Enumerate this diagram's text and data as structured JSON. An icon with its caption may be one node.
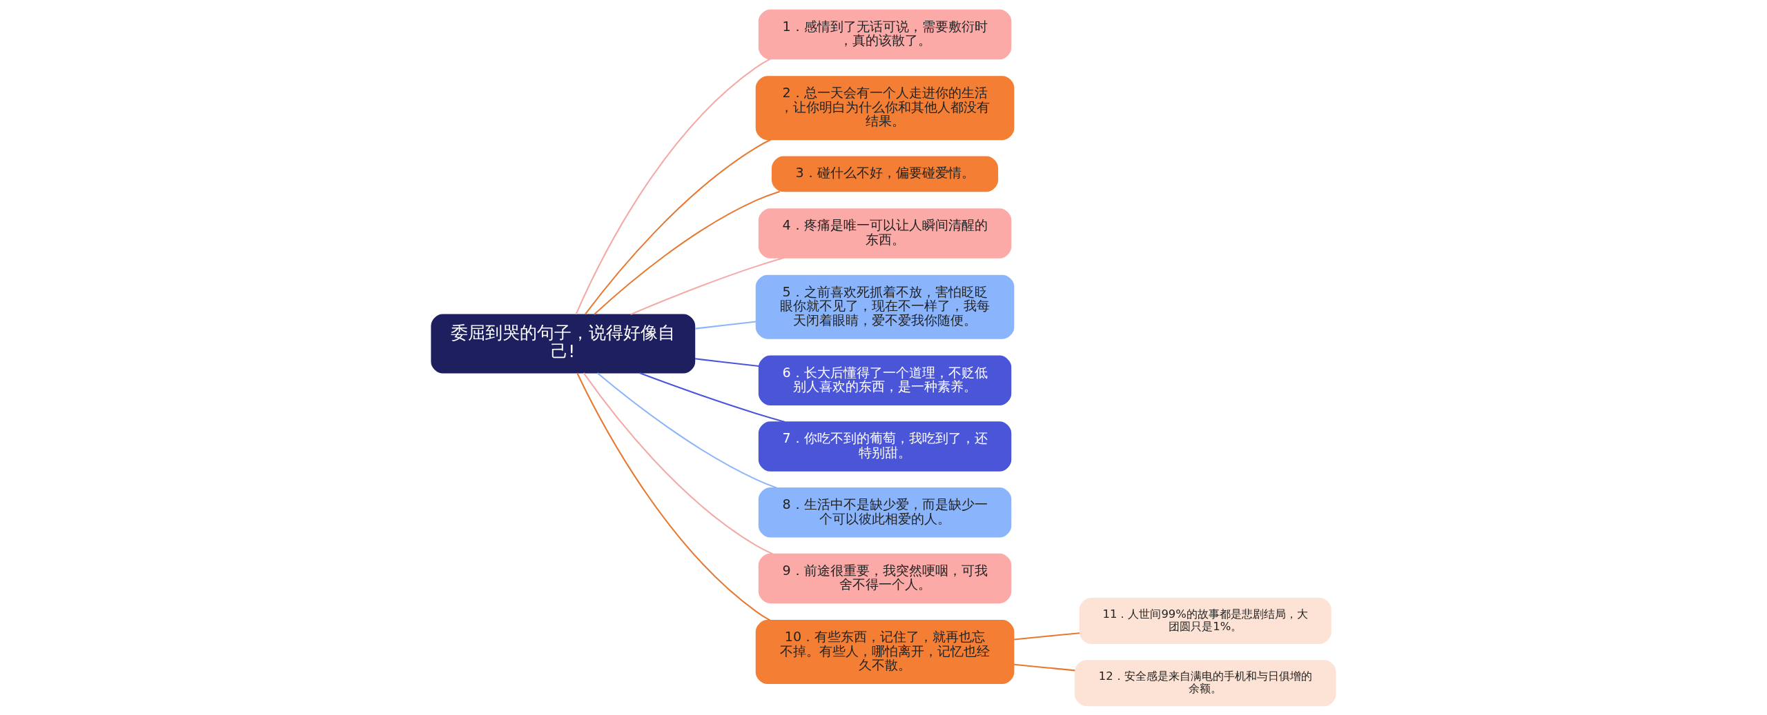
{
  "diagram": {
    "nodes": [
      {
        "text": [
          "委屈到哭的句子，说得好像自己!"
        ]
      },
      {
        "text": [
          "1．感情到了无话可说，需要敷衍时，真的该散了。"
        ]
      },
      {
        "text": [
          "2．总一天会有一个人走进你的生活，让你明白为什么你和其他人都没有结果。"
        ]
      },
      {
        "text": [
          "3．碰什么不好，偏要碰爱情。"
        ]
      },
      {
        "text": [
          "4．疼痛是唯一可以让人瞬间清醒的东西。"
        ]
      },
      {
        "text": [
          "5．之前喜欢死抓着不放，害怕眨眨眼你就不见了，现在不一样了，我每天闭着眼睛，爱不爱我你随便。"
        ]
      },
      {
        "text": [
          "6．长大后懂得了一个道理，不贬低别人喜欢的东西，是一种素养。"
        ]
      },
      {
        "text": [
          "7．你吃不到的葡萄，我吃到了，还特别甜。"
        ]
      },
      {
        "text": [
          "8．生活中不是缺少爱，而是缺少一个可以彼此相爱的人。"
        ]
      },
      {
        "text": [
          "9．前途很重要，我突然哽咽，可我舍不得一个人。"
        ]
      },
      {
        "text": [
          "10．有些东西，记住了，就再也忘不掉。有些人，哪怕离开，记忆也经久不散。"
        ]
      },
      {
        "text": [
          "11．人世间99%的故事都是悲剧结局，大团圆只是1%。"
        ]
      },
      {
        "text": [
          "12．安全感是来自满电的手机和与日俱增的余额。"
        ]
      }
    ],
    "edges": [
      {
        "from": 0,
        "to": 1,
        "arrow": "none",
        "color": "#f4a9a6"
      },
      {
        "from": 0,
        "to": 2,
        "arrow": "none"
      },
      {
        "from": 0,
        "to": 3,
        "arrow": "none"
      },
      {
        "from": 0,
        "to": 4,
        "arrow": "none",
        "color": "#f4a9a6"
      },
      {
        "from": 0,
        "to": 5,
        "arrow": "none",
        "color": "#8ab4fc"
      },
      {
        "from": 0,
        "to": 6,
        "arrow": "none",
        "color": "#4a55d8"
      },
      {
        "from": 0,
        "to": 7,
        "arrow": "none",
        "color": "#4a55d8"
      },
      {
        "from": 0,
        "to": 8,
        "arrow": "none",
        "color": "#8ab4fc"
      },
      {
        "from": 0,
        "to": 9,
        "arrow": "none",
        "color": "#f4a9a6"
      },
      {
        "from": 0,
        "to": 10,
        "arrow": "none"
      },
      {
        "from": 10,
        "to": 11,
        "arrow": "none"
      },
      {
        "from": 10,
        "to": 12,
        "arrow": "none"
      }
    ]
  }
}
